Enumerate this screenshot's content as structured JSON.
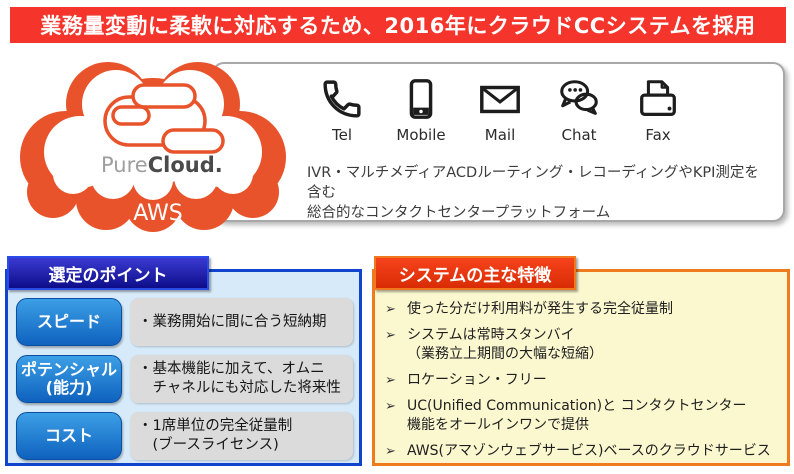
{
  "banner": {
    "text": "業務量変動に柔軟に対応するため、2016年にクラウドCCシステムを採用"
  },
  "cloud": {
    "logo_pure": "Pure",
    "logo_cloud": "Cloud.",
    "aws_label": "AWS"
  },
  "platform_panel": {
    "channels": [
      {
        "icon": "phone-icon",
        "label": "Tel"
      },
      {
        "icon": "mobile-icon",
        "label": "Mobile"
      },
      {
        "icon": "mail-icon",
        "label": "Mail"
      },
      {
        "icon": "chat-icon",
        "label": "Chat"
      },
      {
        "icon": "fax-icon",
        "label": "Fax"
      }
    ],
    "description_line1": "IVR・マルチメディアACDルーティング・レコーディングやKPI測定を含む",
    "description_line2": "総合的なコンタクトセンタープラットフォーム"
  },
  "selection_points": {
    "title": "選定のポイント",
    "items": [
      {
        "label": "スピード",
        "label2": "",
        "desc1": "・業務開始に間に合う短納期",
        "desc2": ""
      },
      {
        "label": "ポテンシャル",
        "label2": "(能力)",
        "desc1": "・基本機能に加えて、オムニ",
        "desc2": "　チャネルにも対応した将来性"
      },
      {
        "label": "コスト",
        "label2": "",
        "desc1": "・1席単位の完全従量制",
        "desc2": "　(ブースライセンス)"
      }
    ]
  },
  "system_features": {
    "title": "システムの主な特徴",
    "bullet": "➢",
    "items": [
      {
        "line1": "使った分だけ利用料が発生する完全従量制",
        "line2": ""
      },
      {
        "line1": "システムは常時スタンバイ",
        "line2": "（業務立上期間の大幅な短縮）"
      },
      {
        "line1": "ロケーション・フリー",
        "line2": ""
      },
      {
        "line1": "UC(Unified Communication)と コンタクトセンター",
        "line2": "機能をオールインワンで提供"
      },
      {
        "line1": "AWS(アマゾンウェブサービス)ベースのクラウドサービス",
        "line2": ""
      }
    ]
  },
  "colors": {
    "banner_red": "#F5342C",
    "cloud_orange": "#E8532B",
    "points_border_blue": "#1144CC",
    "points_header_navy": "#0D0D8A",
    "point_button_blue": "#0F62BE",
    "points_bg_light_blue": "#D7EAF9",
    "features_border_orange": "#EF7B1F",
    "features_header_red": "#E8380D",
    "features_bg_cream": "#FBF8D0"
  }
}
